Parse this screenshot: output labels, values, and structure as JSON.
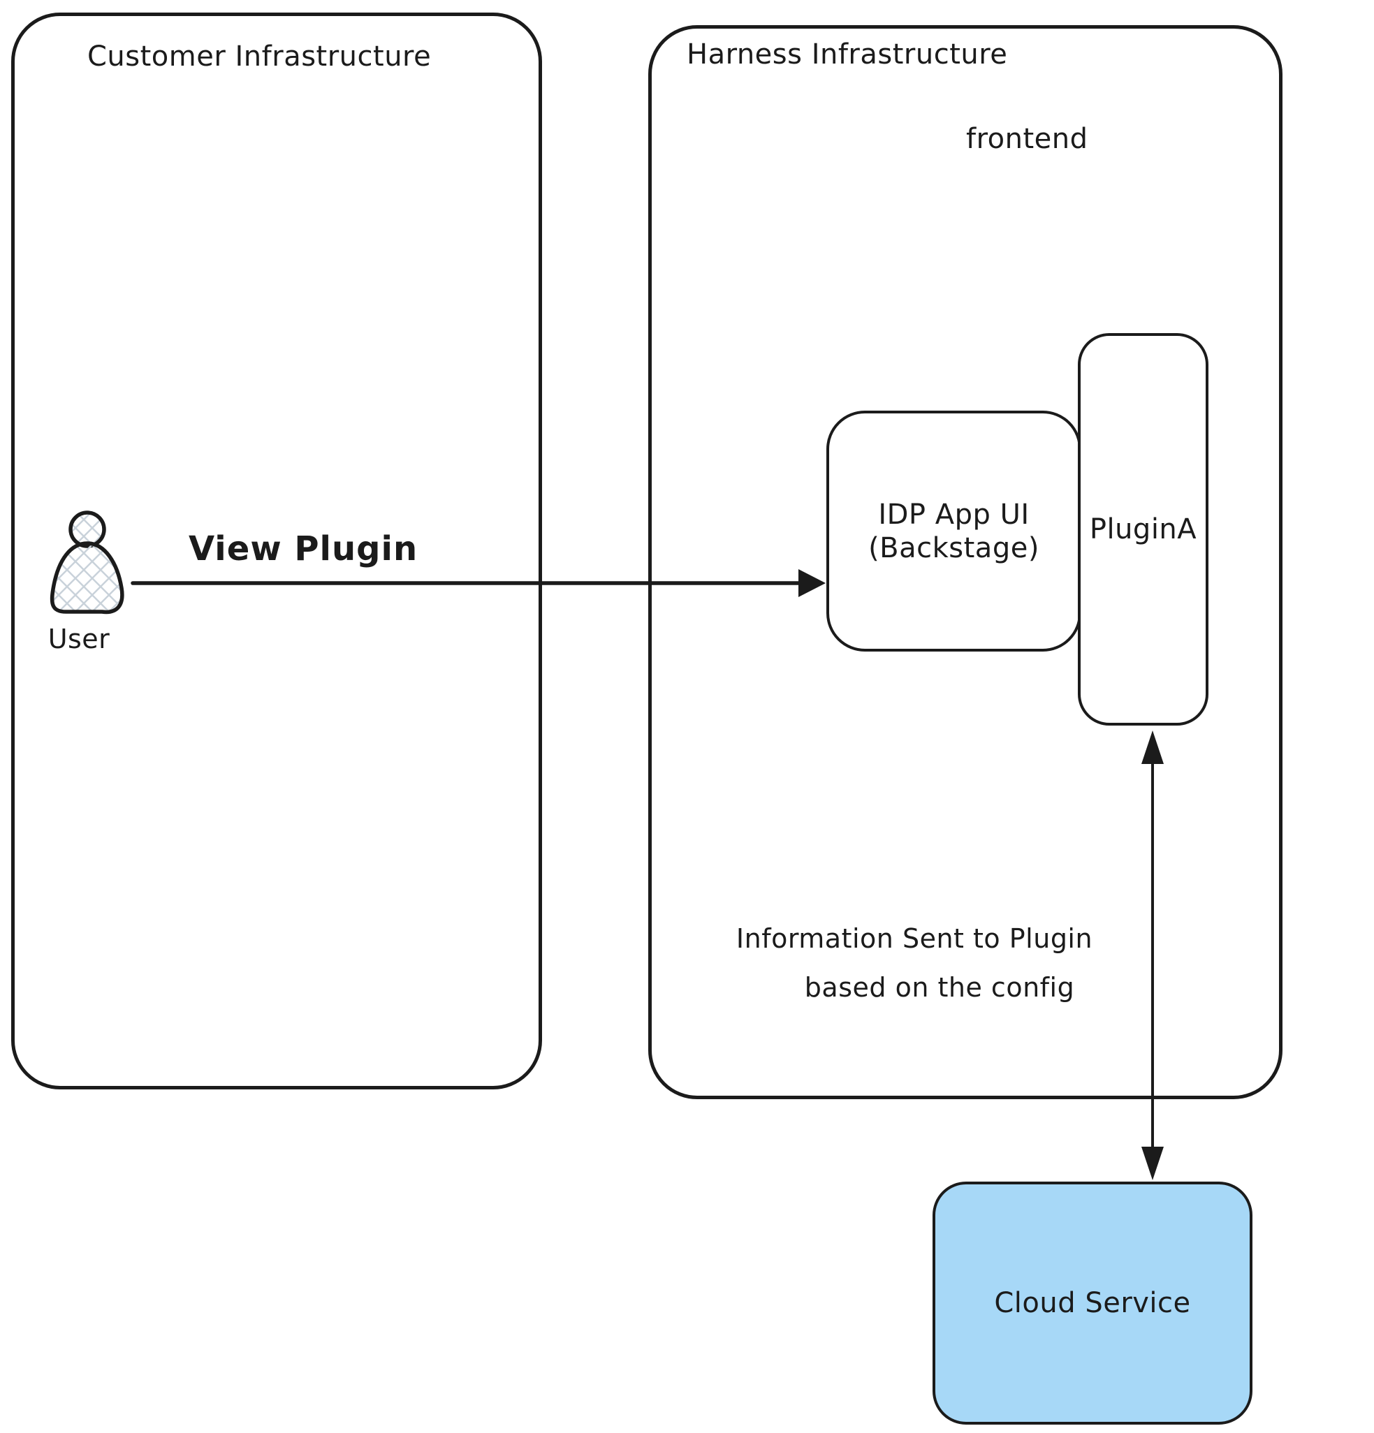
{
  "diagram": {
    "colors": {
      "stroke": "#1b1b1b",
      "cloud_fill": "#a7d8f7",
      "hatch": "#c9d2da"
    },
    "containers": {
      "customer": {
        "title": "Customer Infrastructure"
      },
      "harness": {
        "title": "Harness Infrastructure",
        "sublabel": "frontend"
      }
    },
    "nodes": {
      "user": {
        "label": "User"
      },
      "idp_app": {
        "label_line1": "IDP App UI",
        "label_line2": "(Backstage)"
      },
      "plugin": {
        "label": "PluginA"
      },
      "cloud": {
        "label": "Cloud Service"
      }
    },
    "edges": {
      "view_plugin": {
        "label": "View Plugin"
      },
      "info": {
        "label_line1": "Information Sent to Plugin",
        "label_line2": "based on the config"
      }
    }
  }
}
